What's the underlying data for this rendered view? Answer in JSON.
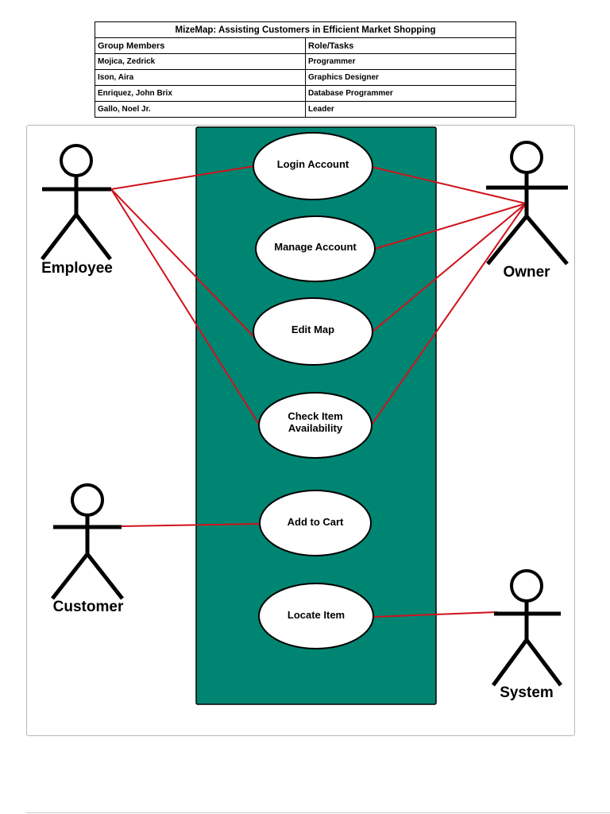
{
  "header": {
    "title": "MizeMap: Assisting Customers in Efficient Market Shopping",
    "col_members": "Group Members",
    "col_roles": "Role/Tasks",
    "rows": [
      {
        "member": "Mojica, Zedrick",
        "role": "Programmer"
      },
      {
        "member": "Ison, Aira",
        "role": "Graphics Designer"
      },
      {
        "member": "Enriquez, John Brix",
        "role": "Database Programmer"
      },
      {
        "member": "Gallo, Noel Jr.",
        "role": "Leader"
      }
    ]
  },
  "diagram": {
    "colors": {
      "system_boundary": "#008573",
      "association": "#d0121b",
      "usecase_fill": "#ffffff",
      "stroke": "#000000"
    },
    "actors": {
      "employee": "Employee",
      "owner": "Owner",
      "customer": "Customer",
      "system": "System"
    },
    "use_cases": {
      "login": "Login Account",
      "manage": "Manage Account",
      "edit_map": "Edit Map",
      "check_item_1": "Check Item",
      "check_item_2": "Availability",
      "add_cart": "Add to Cart",
      "locate": "Locate Item"
    }
  }
}
